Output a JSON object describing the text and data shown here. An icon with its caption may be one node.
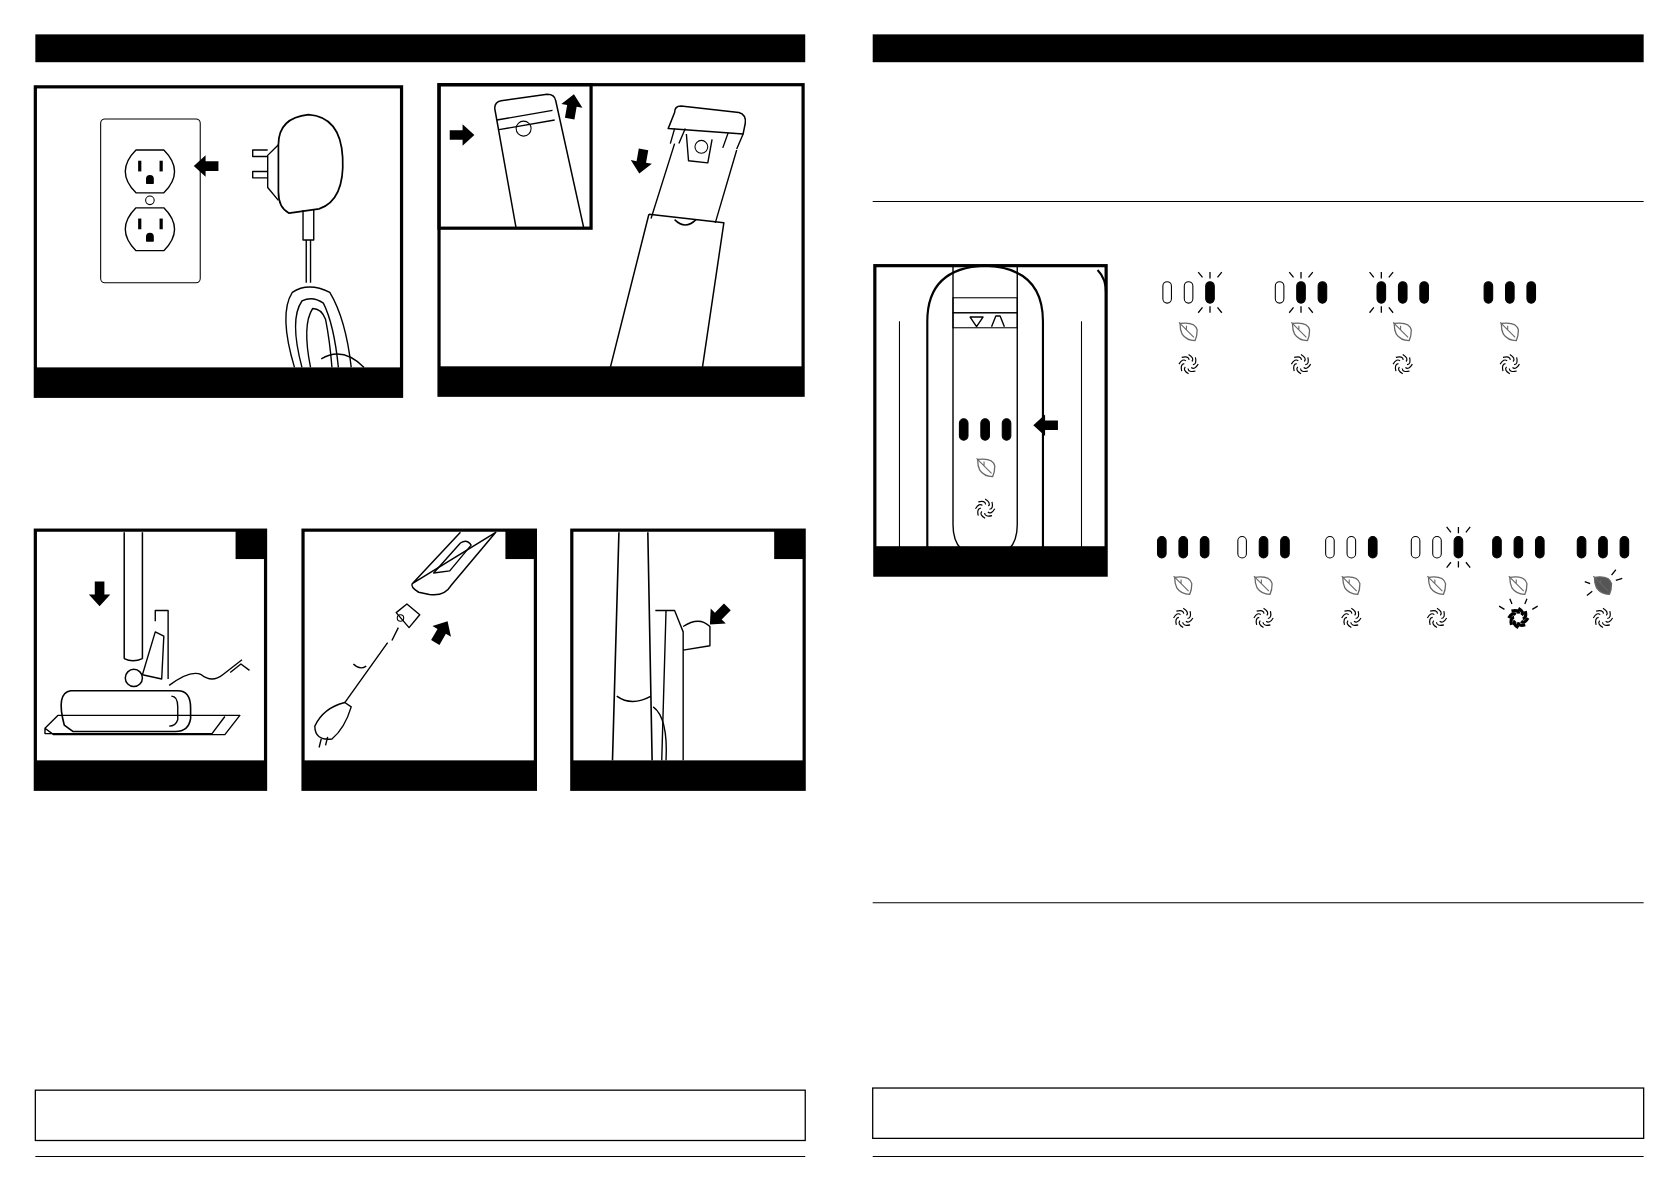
{
  "diagram": {
    "nodes": [
      {
        "text": [],
        "shape": "bar"
      },
      {
        "text": [],
        "shape": "bar"
      },
      {
        "text": [],
        "shape": "bar"
      },
      {
        "text": [],
        "shape": "bar"
      },
      {
        "text": [],
        "shape": "bar"
      },
      {
        "text": [],
        "shape": "box"
      },
      {
        "text": [],
        "shape": "bar"
      },
      {
        "text": [],
        "shape": "box"
      }
    ]
  }
}
